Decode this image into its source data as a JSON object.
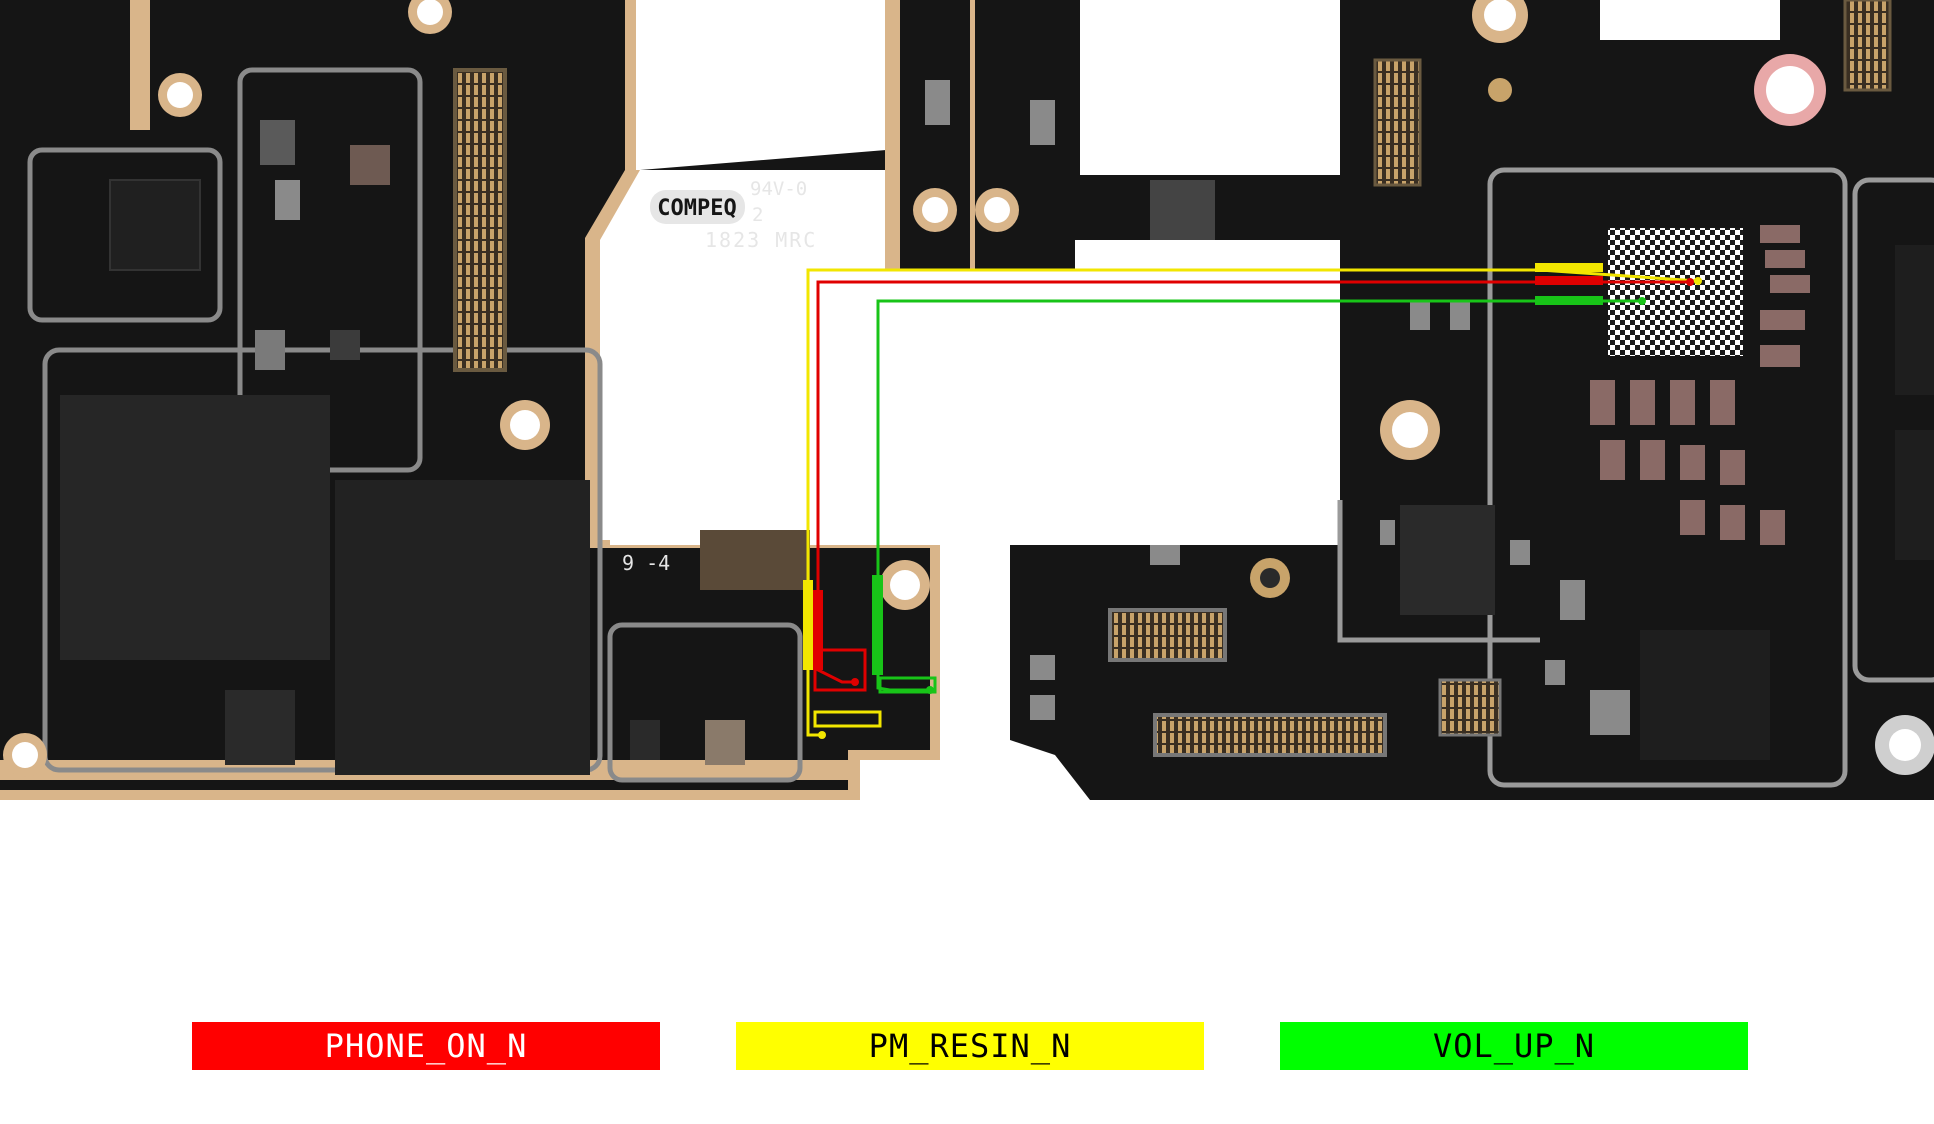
{
  "board": {
    "markings": {
      "vendor": "COMPEQ",
      "rating": "94V-0",
      "code_small": "2",
      "date_code": "1823 MRC",
      "board_ref": "9  -4"
    }
  },
  "nets": [
    {
      "name": "PHONE_ON_N",
      "color": "#ff0000"
    },
    {
      "name": "PM_RESIN_N",
      "color": "#ffff00"
    },
    {
      "name": "VOL_UP_N",
      "color": "#00ff00"
    }
  ],
  "colors": {
    "board_bg": "#161616",
    "frame_gold": "#d9b58a",
    "trace_red": "#e00000",
    "trace_yellow": "#f2e600",
    "trace_green": "#18c418"
  }
}
